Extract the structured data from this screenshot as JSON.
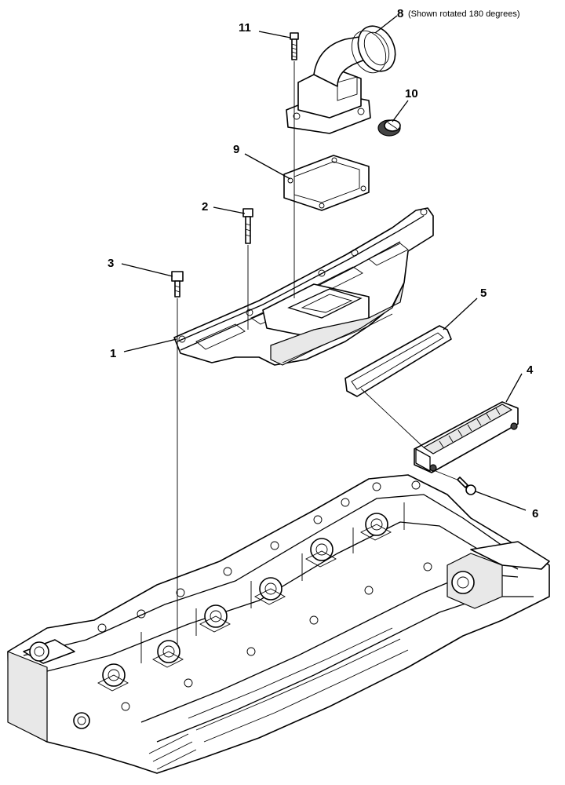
{
  "callouts": {
    "c1": "1",
    "c2": "2",
    "c3": "3",
    "c4": "4",
    "c5": "5",
    "c6": "6",
    "c8": "8",
    "c8_note": "(Shown rotated 180 degrees)",
    "c9": "9",
    "c10": "10",
    "c11": "11"
  }
}
